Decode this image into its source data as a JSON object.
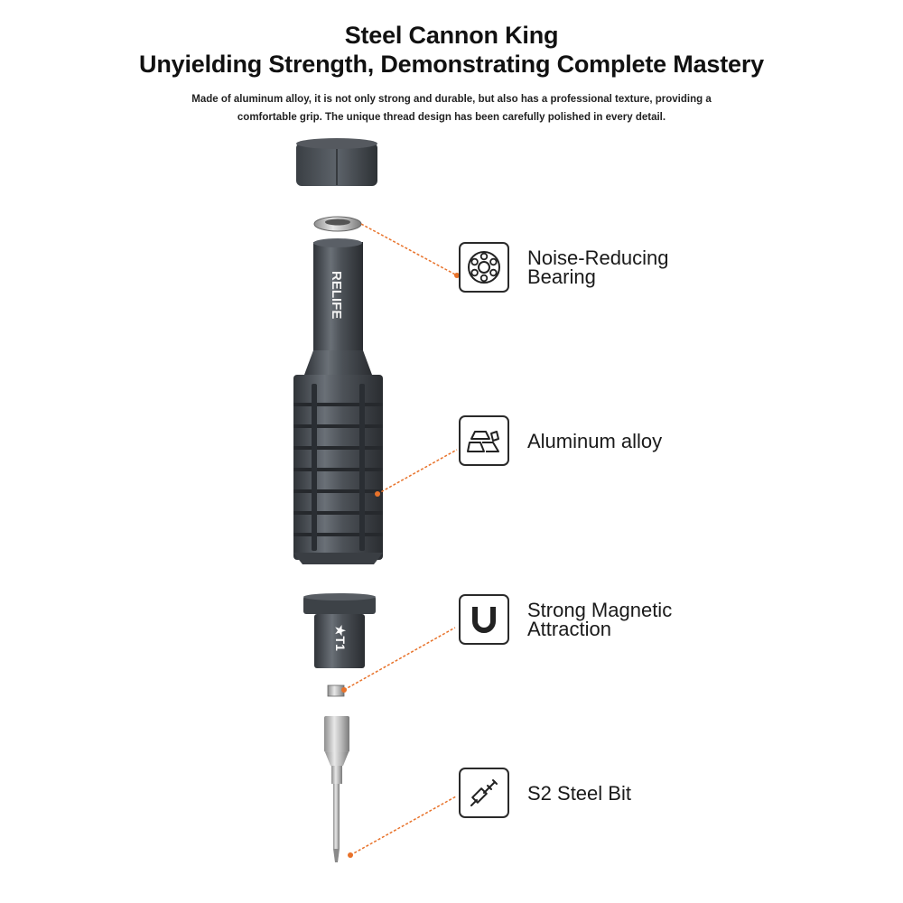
{
  "heading": {
    "title": "Steel Cannon King",
    "subtitle": "Unyielding Strength, Demonstrating Complete Mastery",
    "description_line1": "Made of aluminum alloy, it is not only strong and durable, but also has a professional texture, providing a",
    "description_line2": "comfortable grip. The unique thread design has been carefully polished in every detail."
  },
  "product": {
    "brand_text": "RELIFE",
    "bit_label": "★T1"
  },
  "features": [
    {
      "icon": "bearing-icon",
      "line1": "Noise-Reducing",
      "line2": "Bearing"
    },
    {
      "icon": "metal-ingot-icon",
      "line1": "Aluminum alloy",
      "line2": ""
    },
    {
      "icon": "magnet-icon",
      "line1": "Strong Magnetic",
      "line2": "Attraction"
    },
    {
      "icon": "screwdriver-icon",
      "line1": "S2 Steel Bit",
      "line2": ""
    }
  ],
  "colors": {
    "accent": "#e8722a",
    "metal": "#4a4f55",
    "text": "#111111"
  }
}
